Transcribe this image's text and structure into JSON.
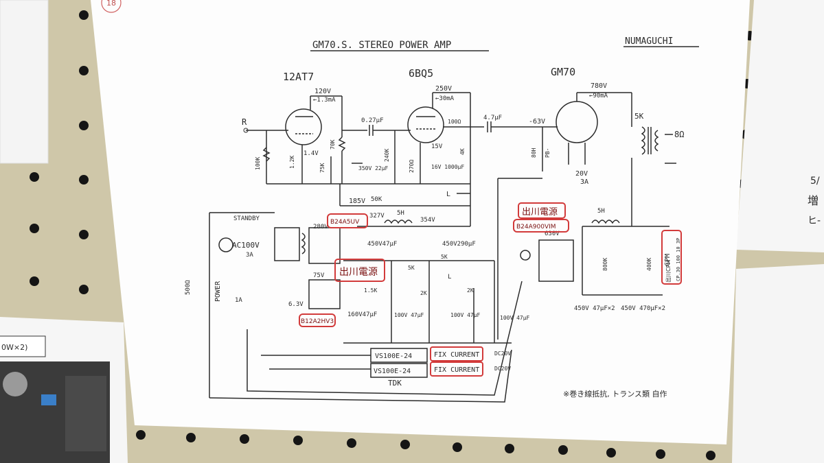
{
  "header": {
    "title": "GM70.S. STEREO POWER AMP",
    "author": "NUMAGUCHI",
    "page_mark": "18"
  },
  "tubes": [
    {
      "name": "12AT7",
      "plate_v": "120V",
      "plate_mark": "←1.3mA",
      "cathode_v": "1.4V"
    },
    {
      "name": "6BQ5",
      "plate_v": "250V",
      "plate_mark": "←30mA",
      "cathode_v": "15V"
    },
    {
      "name": "GM70",
      "plate_v": "780V",
      "plate_mark": "←90mA",
      "grid_v": "-63V"
    }
  ],
  "amp_labels": {
    "input": "R",
    "r_in": "100K",
    "r_k1": "1.2K",
    "r_fb": "75K",
    "r_load": "70K",
    "c_couple1": "0.27μF",
    "c_k1": "350V 22μF",
    "r_grid2": "240K",
    "r_k2": "270Ω",
    "c_k2": "16V 1000μF",
    "r_stop": "100Ω",
    "c_couple2": "4.7μF",
    "r_dropper": "4K",
    "choke_grid": "80H",
    "choke_grid2": "PB-",
    "fil_v": "20V",
    "fil_a": "3A",
    "opt": "5K",
    "speaker": "8Ω",
    "choke": "L"
  },
  "psu_labels": {
    "standby": "STANDBY",
    "ac": "AC100V",
    "fuse": "3A",
    "fuse2": "1A",
    "r_sw": "500Ω",
    "power": "POWER",
    "v185": "185V",
    "r_50k": "50K",
    "v327": "327V",
    "choke_5h": "5H",
    "v354": "354V",
    "v280": "280V",
    "diode1": "B24A5UV",
    "c_450_47": "450V47μF",
    "c_450_290": "450V290μF",
    "v6_3": "6.3V",
    "v75": "75V",
    "diode2": "B12A2HV3",
    "c_160_47": "160V47μF",
    "r_1_5k": "1.5K",
    "r_5k_a": "5K",
    "r_5k_b": "5K",
    "r_2k_a": "2K",
    "r_2k_b": "2K",
    "c_100_47a": "100V 47μF",
    "c_100_47b": "100V 47μF",
    "c_100_47c": "100V 47μF",
    "l_mark": "L",
    "jp_box1": "出川電源",
    "jp_box2": "出川電源",
    "diode3": "B24A900VIM",
    "v630": "630V",
    "choke_5h2": "5H",
    "c_450_47x2": "450V 47μF×2",
    "c_450_470x2": "450V 470μF×2",
    "r_800k": "800K",
    "r_400k": "400K",
    "cpm": "CPM",
    "cpm_part": "CP.30 100 10 3P",
    "cpm_jp": "出川CPM",
    "reg1": "VS100E-24",
    "reg2": "VS100E-24",
    "tdk": "TDK",
    "fix1": "FIX CURRENT",
    "fix2": "FIX CURRENT",
    "dc1": "DC20V",
    "dc2": "DC20V",
    "note": "※巻き線抵抗, トランス類 自作"
  },
  "left_card": {
    "label": "0W×2)"
  },
  "right_card": {
    "line1": "5/",
    "line2": "増",
    "line3": "ヒ-"
  },
  "colors": {
    "paper": "#fdfdfd",
    "pegboard": "#cfc7a9",
    "ink": "#2b2b2b",
    "highlight": "#d23a3a"
  }
}
